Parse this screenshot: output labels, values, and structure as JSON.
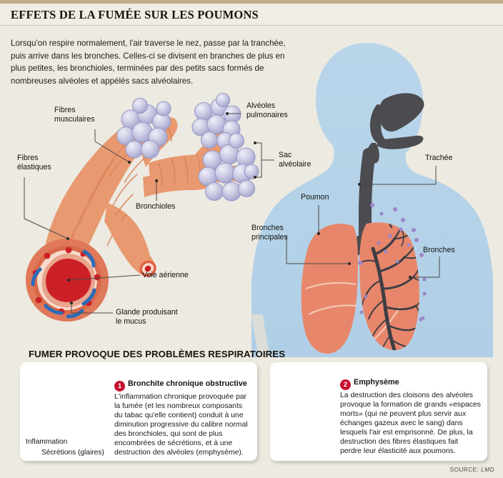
{
  "header": {
    "title": "EFFETS DE LA FUMÉE SUR LES POUMONS"
  },
  "intro": {
    "text": "Lorsqu'on respire normalement, l'air traverse le nez, passe par la tranchée, puis arrive dans les bronches. Celles-ci se divisent en branches de plus en plus petites, les bronchioles, terminées par des petits sacs formés de nombreuses alvéoles et appélés sacs alvéolaires."
  },
  "diagram_labels": {
    "fibres_musculaires": "Fibres\nmusculaires",
    "fibres_elastiques": "Fibres\nélastiques",
    "bronchioles": "Bronchioles",
    "alveoles_pulmonaires": "Alvéoles\npulmonaires",
    "sac_alveolaire": "Sac\nalvéolaire",
    "voie_aerienne": "Voie aérienne",
    "glande_mucus": "Glande produisant\nle mucus",
    "trachee": "Trachée",
    "poumon": "Poumon",
    "bronches_principales": "Bronches\nprincipales",
    "bronches": "Bronches"
  },
  "section": {
    "heading": "FUMER PROVOQUE DES PROBLÈMES RESPIRATOIRES"
  },
  "panels": [
    {
      "number": "1",
      "title": "Bronchite chronique obstructive",
      "body": "L'inflammation chronique provoquée par la fumée (et les nombreux composants du tabac qu'elle contient) conduit à une diminution progressive du calibre normal des bronchioles, qui sont de plus encombrées de sécrétions, et à une destruction des alvéoles (emphysème).",
      "callouts": {
        "inflammation": "Inflammation",
        "secretions": "Sécrétions (glaires)"
      }
    },
    {
      "number": "2",
      "title": "Emphysème",
      "body": "La destruction des cloisons des alvéoles provoque la formation de grands «espaces morts» (qui ne peuvent plus servir aux échanges gazeux avec le sang) dans lesquels l'air est emprisonné. De plus, la destruction des fibres élastiques fait perdre leur élasticité aux poumons."
    }
  ],
  "footer": {
    "source_prefix": "SOURCE:",
    "source_name": "LMD"
  },
  "colors": {
    "background": "#ECEAE1",
    "top_rule": "#BFAE87",
    "body_silhouette": "#B5D2E8",
    "lung": "#E8866B",
    "airway_dark": "#4B4B50",
    "bronchus_flesh": "#E6A07C",
    "alveoli": "#C0C0DE",
    "alveoli_damaged": "#7B6CAB",
    "badge_red": "#C8102E",
    "blood_red": "#CC2027",
    "mucus_blue": "#2B6CB8"
  }
}
